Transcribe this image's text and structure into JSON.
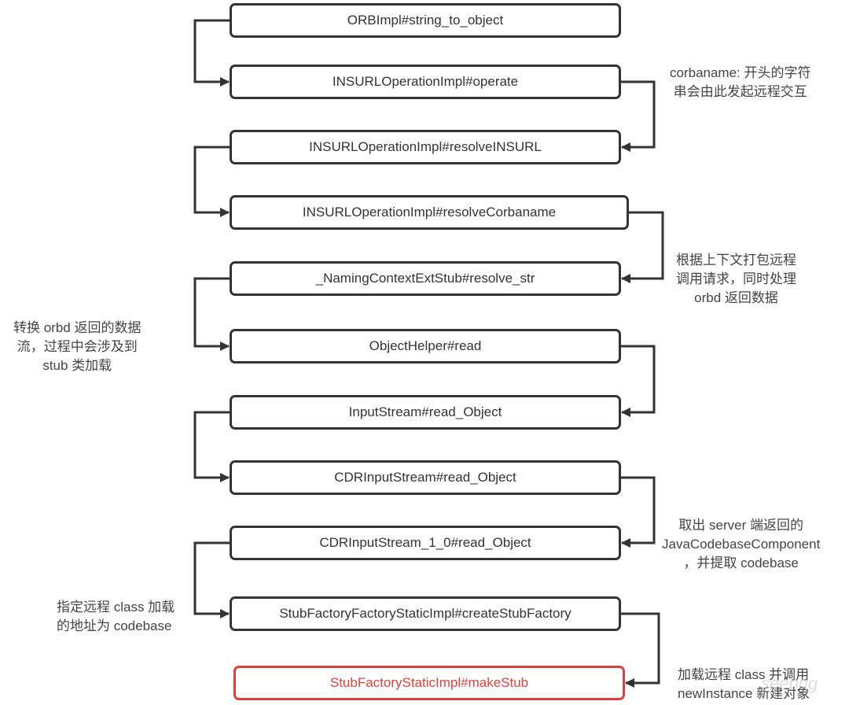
{
  "diagram": {
    "nodes": [
      {
        "id": "n1",
        "label": "ORBImpl#string_to_object",
        "highlight": false
      },
      {
        "id": "n2",
        "label": "INSURLOperationImpl#operate",
        "highlight": false
      },
      {
        "id": "n3",
        "label": "INSURLOperationImpl#resolveINSURL",
        "highlight": false
      },
      {
        "id": "n4",
        "label": "INSURLOperationImpl#resolveCorbaname",
        "highlight": false
      },
      {
        "id": "n5",
        "label": "_NamingContextExtStub#resolve_str",
        "highlight": false
      },
      {
        "id": "n6",
        "label": "ObjectHelper#read",
        "highlight": false
      },
      {
        "id": "n7",
        "label": "InputStream#read_Object",
        "highlight": false
      },
      {
        "id": "n8",
        "label": "CDRInputStream#read_Object",
        "highlight": false
      },
      {
        "id": "n9",
        "label": "CDRInputStream_1_0#read_Object",
        "highlight": false
      },
      {
        "id": "n10",
        "label": "StubFactoryFactoryStaticImpl#createStubFactory",
        "highlight": false
      },
      {
        "id": "n11",
        "label": "StubFactoryStaticImpl#makeStub",
        "highlight": true
      }
    ],
    "edges": [
      {
        "from": "n1",
        "to": "n2",
        "side": "left"
      },
      {
        "from": "n2",
        "to": "n3",
        "side": "right"
      },
      {
        "from": "n3",
        "to": "n4",
        "side": "left"
      },
      {
        "from": "n4",
        "to": "n5",
        "side": "right"
      },
      {
        "from": "n5",
        "to": "n6",
        "side": "left"
      },
      {
        "from": "n6",
        "to": "n7",
        "side": "right"
      },
      {
        "from": "n7",
        "to": "n8",
        "side": "left"
      },
      {
        "from": "n8",
        "to": "n9",
        "side": "right"
      },
      {
        "from": "n9",
        "to": "n10",
        "side": "left"
      },
      {
        "from": "n10",
        "to": "n11",
        "side": "right"
      }
    ],
    "notes": [
      {
        "id": "note-corbaname",
        "lines": [
          "corbaname: 开头的字符",
          "串会由此发起远程交互"
        ]
      },
      {
        "id": "note-pack-request",
        "lines": [
          "根据上下文打包远程",
          "调用请求，同时处理",
          "orbd 返回数据"
        ]
      },
      {
        "id": "note-convert-stream",
        "lines": [
          "转换 orbd 返回的数据",
          "流，过程中会涉及到",
          "stub 类加载"
        ]
      },
      {
        "id": "note-extract-codebase",
        "lines": [
          "取出 server 端返回的",
          "JavaCodebaseComponent",
          "，并提取 codebase"
        ]
      },
      {
        "id": "note-set-codebase",
        "lines": [
          "指定远程 class 加载",
          "的地址为 codebase"
        ]
      },
      {
        "id": "note-load-class",
        "lines": [
          "加载远程 class 并调用",
          "newInstance 新建对象"
        ]
      }
    ],
    "colors": {
      "stroke": "#333333",
      "highlight": "#d9423f",
      "text": "#333333",
      "note_text": "#444444"
    }
  },
  "watermark": "seebug"
}
